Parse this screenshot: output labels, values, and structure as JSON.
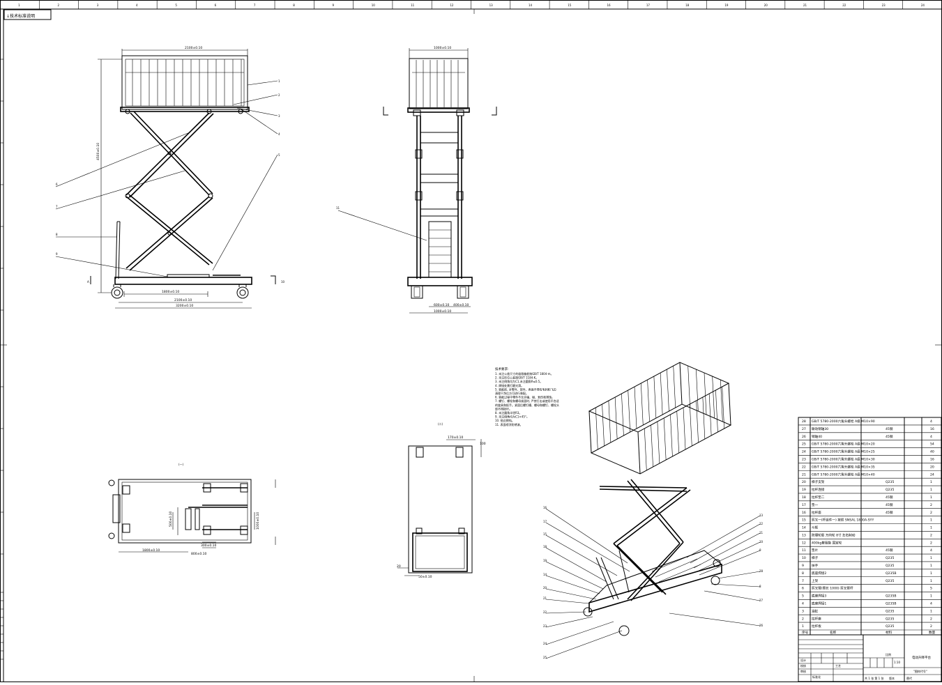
{
  "sheet": {
    "tab_label": "↓技术标准说明",
    "top_ruler": [
      "1",
      "2",
      "3",
      "4",
      "5",
      "6",
      "7",
      "8",
      "9",
      "10",
      "11",
      "12",
      "13",
      "14",
      "15",
      "16",
      "17",
      "18",
      "19",
      "20",
      "21",
      "22",
      "23",
      "24"
    ]
  },
  "front_view": {
    "dims": {
      "top_width": "2100±0.10",
      "height": "4500±0.10",
      "base_inner": "1800±0.10",
      "wheelbase": "2100±0.10",
      "base_total": "3200±0.10"
    },
    "balloons": [
      "1",
      "2",
      "3",
      "4",
      "5",
      "6",
      "7",
      "8",
      "9",
      "10"
    ],
    "section_mark": "A"
  },
  "side_view": {
    "dims": {
      "top_width": "1000±0.10",
      "w1": "600±0.10",
      "w2": "400±0.10",
      "bottom": "1000±0.10"
    },
    "balloon": "11"
  },
  "plan_view": {
    "label": "(一)",
    "dims": {
      "length": "1800±0.10",
      "d1": "500±0.10",
      "d2": "300±0.10",
      "d3": "800±0.10",
      "d4": "1000±0.10"
    }
  },
  "bottom_view": {
    "label": "(二)",
    "dims": {
      "d1": "170±0.10",
      "d2": "100",
      "d3": "20",
      "d4": "50±0.10"
    }
  },
  "notes": {
    "title": "技术要求:",
    "lines": [
      "1. 未注公差尺寸的极限偏差按GB/T 1804-m。",
      "2. 未注形位公差按GB/T 1184-K。",
      "3. 未注倒角均为C1,未注圆角R≤0.5。",
      "4. 焊接处需打磨光滑。",
      "5. 装配前, 对零件、部件、表面不得有毛刺和飞边",
      "   清理干净后方可进行装配。",
      "6. 装配过程中零件不允许磕、碰、划伤和锈蚀。",
      "7. 螺钉、螺栓和螺母紧固时, 严禁打击或使用不合适",
      "   的旋具和扳手。紧固后螺钉槽、螺母和螺钉、螺栓头",
      "   部不得损坏。",
      "8. 未注圆角半径R3。",
      "9. 未注倒角均为C1×45°。",
      "10. 锐边倒钝。",
      "11. 表面喷涂防锈漆。"
    ]
  },
  "iso_view": {
    "balloons_left": [
      "16",
      "17",
      "15",
      "18",
      "19",
      "14",
      "20",
      "21",
      "22",
      "23",
      "24",
      "25"
    ],
    "balloons_right": [
      "13",
      "12",
      "11",
      "10",
      "9",
      "28",
      "8",
      "27",
      "26"
    ]
  },
  "bom": {
    "rows": [
      {
        "no": "28",
        "name": "GB/T 5780-2000六角头螺栓 A级 M10×90",
        "mat": "",
        "qty": "4"
      },
      {
        "no": "27",
        "name": "联动销轴30",
        "mat": "45钢",
        "qty": "16"
      },
      {
        "no": "26",
        "name": "销轴40",
        "mat": "45钢",
        "qty": "4"
      },
      {
        "no": "25",
        "name": "GB/T 5780-2000六角头螺栓 A级 M10×20",
        "mat": "",
        "qty": "54"
      },
      {
        "no": "24",
        "name": "GB/T 5780-2000六角头螺栓 A级 M10×25",
        "mat": "",
        "qty": "40"
      },
      {
        "no": "23",
        "name": "GB/T 5780-2000六角头螺栓 A级 M10×30",
        "mat": "",
        "qty": "16"
      },
      {
        "no": "22",
        "name": "GB/T 5780-2000六角头螺栓 A级 M10×35",
        "mat": "",
        "qty": "20"
      },
      {
        "no": "21",
        "name": "GB/T 5780-2000六角头螺栓 A级 M10×40",
        "mat": "",
        "qty": "24"
      },
      {
        "no": "20",
        "name": "梯子支架",
        "mat": "Q235",
        "qty": "1"
      },
      {
        "no": "19",
        "name": "拉杆连接",
        "mat": "Q235",
        "qty": "1"
      },
      {
        "no": "18",
        "name": "拉杆垫二",
        "mat": "45钢",
        "qty": "1"
      },
      {
        "no": "17",
        "name": "垫一",
        "mat": "45钢",
        "qty": "2"
      },
      {
        "no": "16",
        "name": "拉杆座",
        "mat": "45钢",
        "qty": "2"
      },
      {
        "no": "15",
        "name": "剪叉一(杆组件一) 按照 SNSAL 1800A-SYY",
        "mat": "",
        "qty": "1"
      },
      {
        "no": "14",
        "name": "斗框",
        "mat": "",
        "qty": "1"
      },
      {
        "no": "13",
        "name": "防爆轮毂 万向轮 8寸 左右制动",
        "mat": "",
        "qty": "2"
      },
      {
        "no": "12",
        "name": "400kg聚氨酯 固定轮",
        "mat": "",
        "qty": "2"
      },
      {
        "no": "11",
        "name": "垫片",
        "mat": "45钢",
        "qty": "4"
      },
      {
        "no": "10",
        "name": "梯子",
        "mat": "Q235",
        "qty": "1"
      },
      {
        "no": "9",
        "name": "扶手",
        "mat": "Q235",
        "qty": "1"
      },
      {
        "no": "8",
        "name": "底座焊接2",
        "mat": "Q235B",
        "qty": "1"
      },
      {
        "no": "7",
        "name": "上架",
        "mat": "Q235",
        "qty": "1"
      },
      {
        "no": "6",
        "name": "剪叉臂(臂长 1000) 剪叉臂杆",
        "mat": "",
        "qty": "5"
      },
      {
        "no": "5",
        "name": "底座焊接3",
        "mat": "Q235B",
        "qty": "1"
      },
      {
        "no": "4",
        "name": "底座焊接1",
        "mat": "Q235B",
        "qty": "4"
      },
      {
        "no": "3",
        "name": "油缸",
        "mat": "Q235",
        "qty": "1"
      },
      {
        "no": "2",
        "name": "拉杆座",
        "mat": "Q235",
        "qty": "2"
      },
      {
        "no": "1",
        "name": "拉杆板",
        "mat": "Q235",
        "qty": "2"
      }
    ],
    "header": {
      "no": "序号",
      "name": "名称",
      "mat": "材料",
      "qty": "数量"
    }
  },
  "title_block": {
    "product": "电动升降平台",
    "drawing_no": "\"图样代号\"",
    "design": "设计",
    "check": "校核",
    "approve": "审核",
    "process": "工艺",
    "standard": "标准化",
    "scale_label": "比例",
    "scale": "1:10",
    "sheets": "共 1 张 第 1 张",
    "version": "版本",
    "replace": "替代"
  }
}
